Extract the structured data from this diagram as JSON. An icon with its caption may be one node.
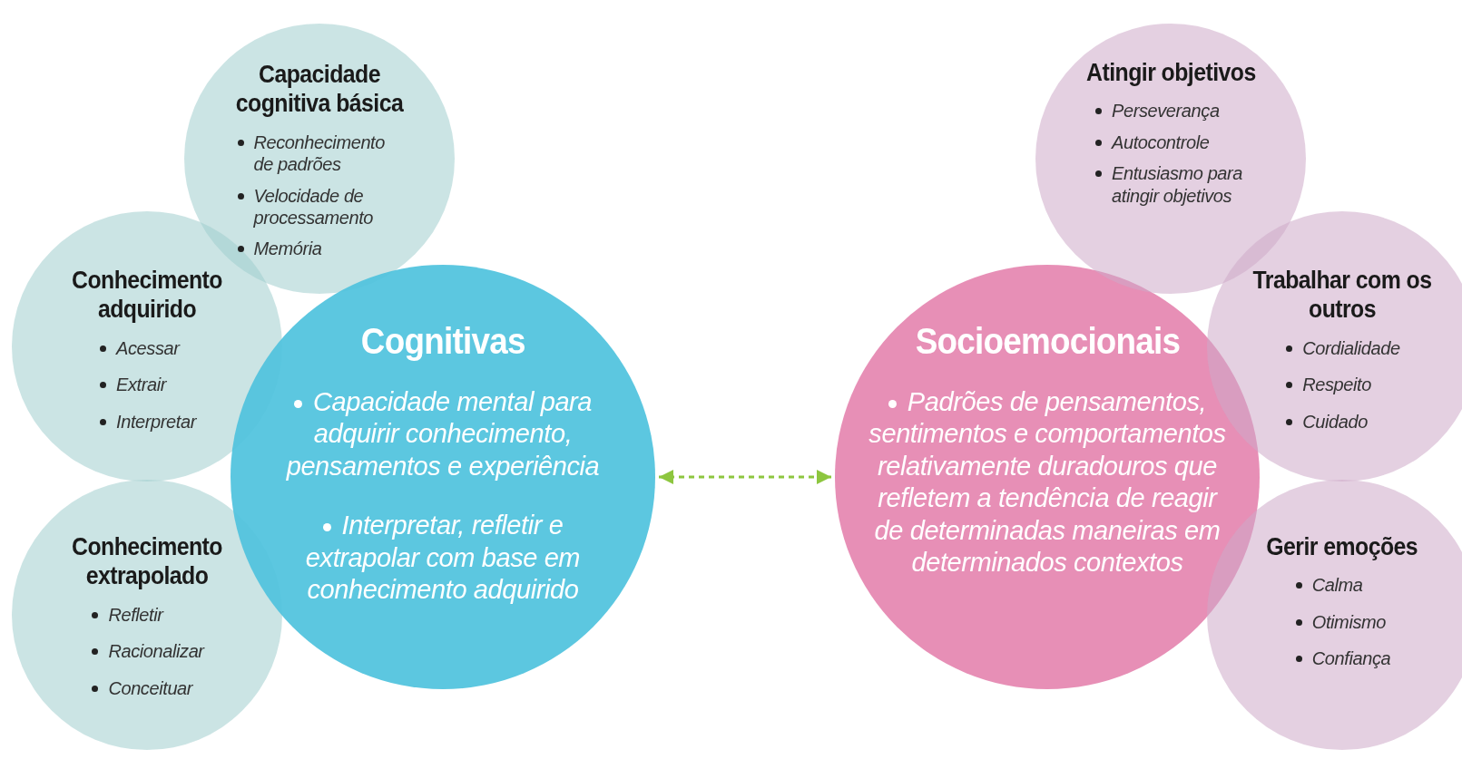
{
  "diagram": {
    "nodes": [
      {
        "text": [
          "Capacidade cognitiva básica",
          "Reconhecimento de padrões",
          "Velocidade de processamento",
          "Memória"
        ]
      },
      {
        "text": [
          "Conhecimento adquirido",
          "Acessar",
          "Extrair",
          "Interpretar"
        ]
      },
      {
        "text": [
          "Conhecimento extrapolado",
          "Refletir",
          "Racionalizar",
          "Conceituar"
        ]
      },
      {
        "text": [
          "Cognitivas",
          "Capacidade mental para adquirir conhecimento, pensamentos e experiência",
          "Interpretar, refletir e extrapolar com base em conhecimento adquirido"
        ]
      },
      {
        "text": [
          "Socioemocionais",
          "Padrões de pensamentos, sentimentos e comportamentos relativamente duradouros que refletem a tendência de reagir de determinadas maneiras em determinados contextos"
        ]
      },
      {
        "text": [
          "Atingir objetivos",
          "Perseverança",
          "Autocontrole",
          "Entusiasmo para atingir objetivos"
        ]
      },
      {
        "text": [
          "Trabalhar com os outros",
          "Cordialidade",
          "Respeito",
          "Cuidado"
        ]
      },
      {
        "text": [
          "Gerir emoções",
          "Calma",
          "Otimismo",
          "Confiança"
        ]
      }
    ],
    "edges": [
      {
        "from": 3,
        "to": 4,
        "arrow": "both",
        "style": "dashed",
        "color": "#8dc63f"
      }
    ]
  }
}
